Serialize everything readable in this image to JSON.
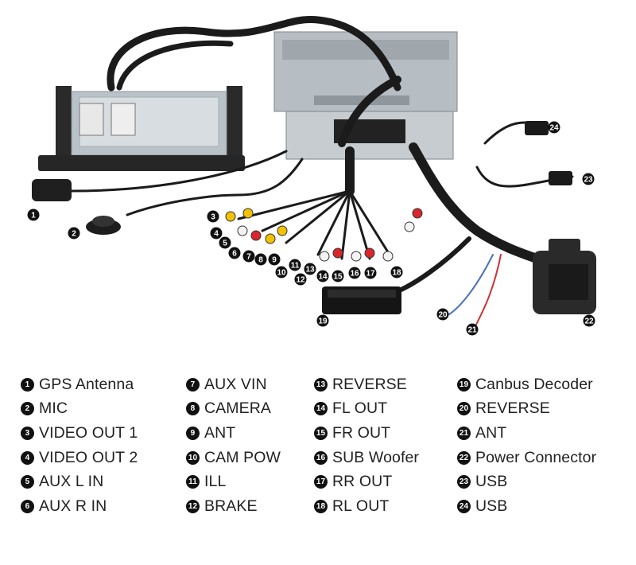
{
  "callouts": [
    "1",
    "2",
    "3",
    "4",
    "5",
    "6",
    "7",
    "8",
    "9",
    "10",
    "11",
    "12",
    "13",
    "14",
    "15",
    "16",
    "17",
    "18",
    "19",
    "20",
    "21",
    "22",
    "23",
    "24"
  ],
  "legend": {
    "columns": [
      [
        {
          "num": "1",
          "label": "GPS Antenna"
        },
        {
          "num": "2",
          "label": "MIC"
        },
        {
          "num": "3",
          "label": "VIDEO OUT 1"
        },
        {
          "num": "4",
          "label": "VIDEO OUT 2"
        },
        {
          "num": "5",
          "label": "AUX L IN"
        },
        {
          "num": "6",
          "label": "AUX R IN"
        }
      ],
      [
        {
          "num": "7",
          "label": "AUX VIN"
        },
        {
          "num": "8",
          "label": "CAMERA"
        },
        {
          "num": "9",
          "label": "ANT"
        },
        {
          "num": "10",
          "label": "CAM POW"
        },
        {
          "num": "11",
          "label": "ILL"
        },
        {
          "num": "12",
          "label": "BRAKE"
        }
      ],
      [
        {
          "num": "13",
          "label": "REVERSE"
        },
        {
          "num": "14",
          "label": "FL OUT"
        },
        {
          "num": "15",
          "label": "FR OUT"
        },
        {
          "num": "16",
          "label": "SUB Woofer"
        },
        {
          "num": "17",
          "label": "RR OUT"
        },
        {
          "num": "18",
          "label": "RL OUT"
        }
      ],
      [
        {
          "num": "19",
          "label": "Canbus Decoder"
        },
        {
          "num": "20",
          "label": "REVERSE"
        },
        {
          "num": "21",
          "label": "ANT"
        },
        {
          "num": "22",
          "label": "Power Connector"
        },
        {
          "num": "23",
          "label": "USB"
        },
        {
          "num": "24",
          "label": "USB"
        }
      ]
    ]
  },
  "colors": {
    "harness": "#1b1b1b",
    "metal": "#c8ccd0",
    "rca_yellow": "#f2c200",
    "rca_red": "#d8262b",
    "rca_white": "#f3f3f3"
  }
}
